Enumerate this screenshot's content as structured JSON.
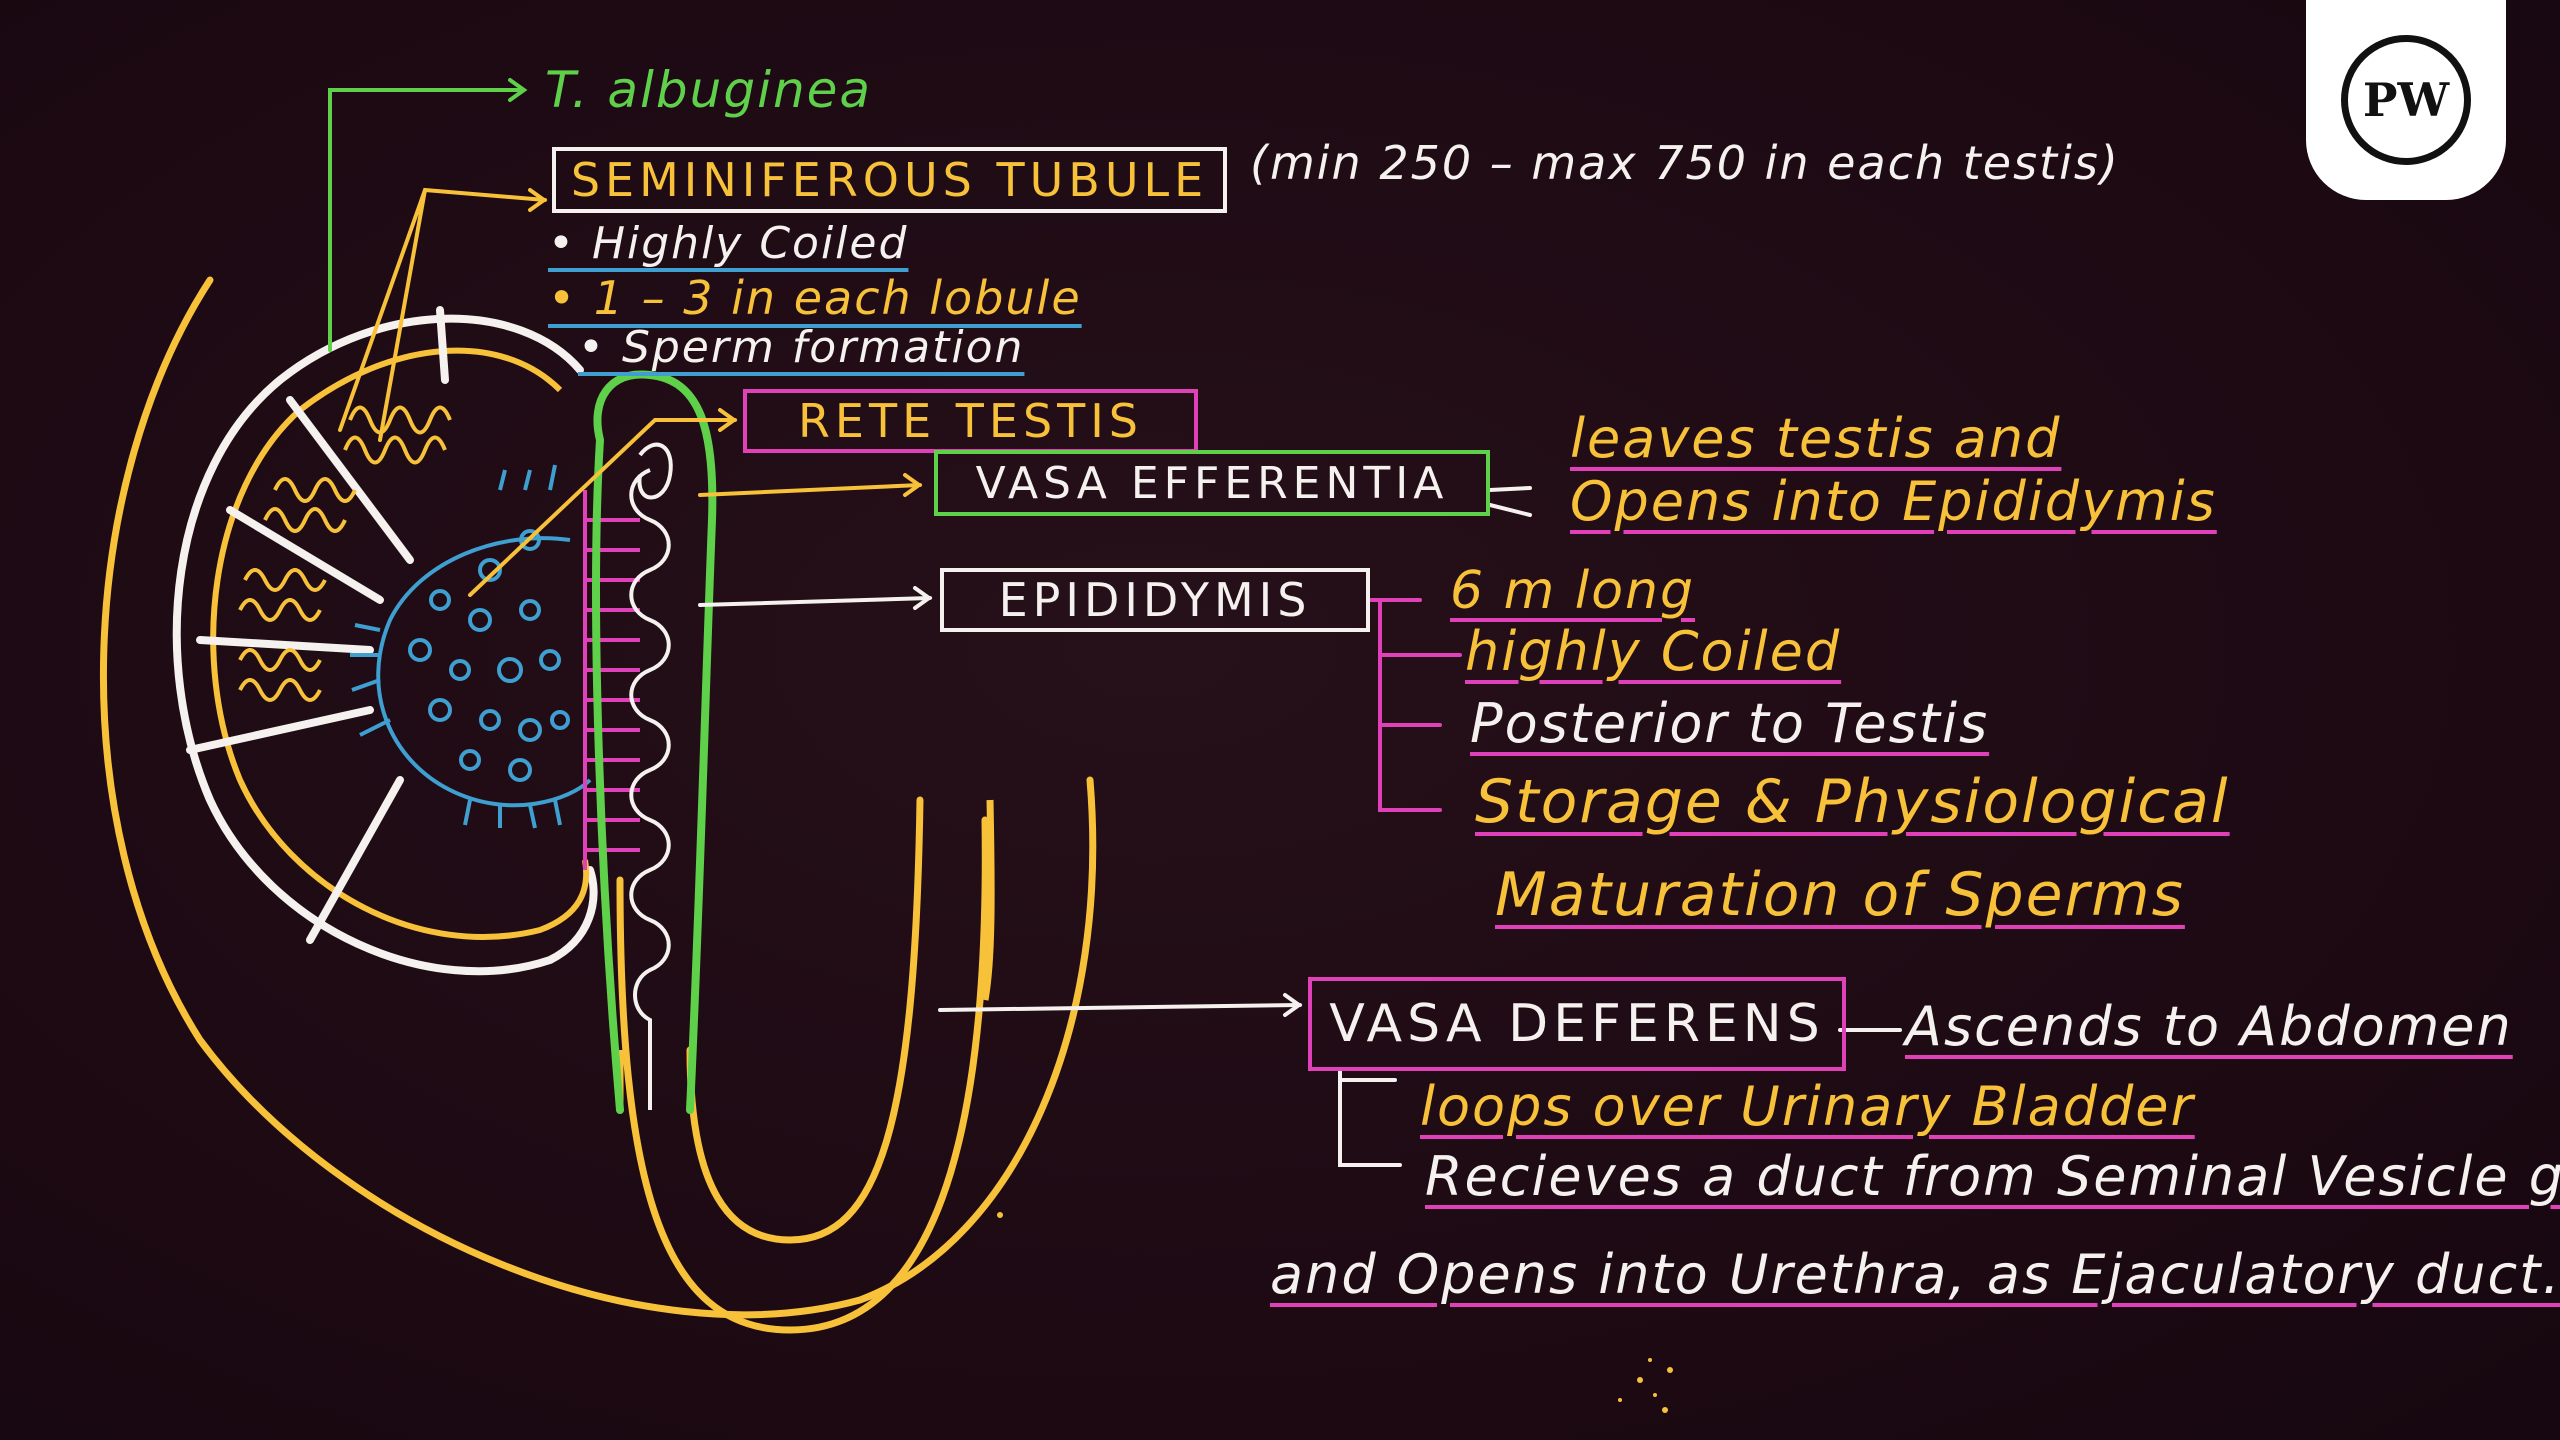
{
  "logo": {
    "text": "PW",
    "icon": "pw-logo-icon"
  },
  "labels": {
    "t_albuginea": "T. albuginea",
    "seminiferous_tubule": "SEMINIFEROUS TUBULE",
    "seminiferous_count": "(min 250 – max 750 in each testis)",
    "st_point_1": "• Highly Coiled",
    "st_point_2": "• 1 – 3 in each lobule",
    "st_point_3": "• Sperm formation",
    "rete_testis": "RETE TESTIS",
    "vasa_efferentia": "VASA EFFERENTIA",
    "ve_note_1": "leaves testis and",
    "ve_note_2": "Opens into Epididymis",
    "epididymis": "EPIDIDYMIS",
    "ep_note_1": "6 m long",
    "ep_note_2": "highly Coiled",
    "ep_note_3": "Posterior to Testis",
    "ep_note_4a": "Storage & Physiological",
    "ep_note_4b": "Maturation of Sperms",
    "vasa_deferens": "VASA DEFERENS",
    "vd_note_1": "Ascends to Abdomen",
    "vd_note_2": "loops over Urinary Bladder",
    "vd_note_3": "Recieves a duct from Seminal Vesicle glan",
    "vd_note_4": "and Opens into Urethra, as Ejaculatory duct."
  },
  "colors": {
    "background": "#1f0a14",
    "white_ink": "#f4f1ee",
    "yellow_ink": "#f7c13a",
    "green_ink": "#5fd04a",
    "pink_ink": "#e040b8",
    "blue_ink": "#3e9fd0"
  }
}
